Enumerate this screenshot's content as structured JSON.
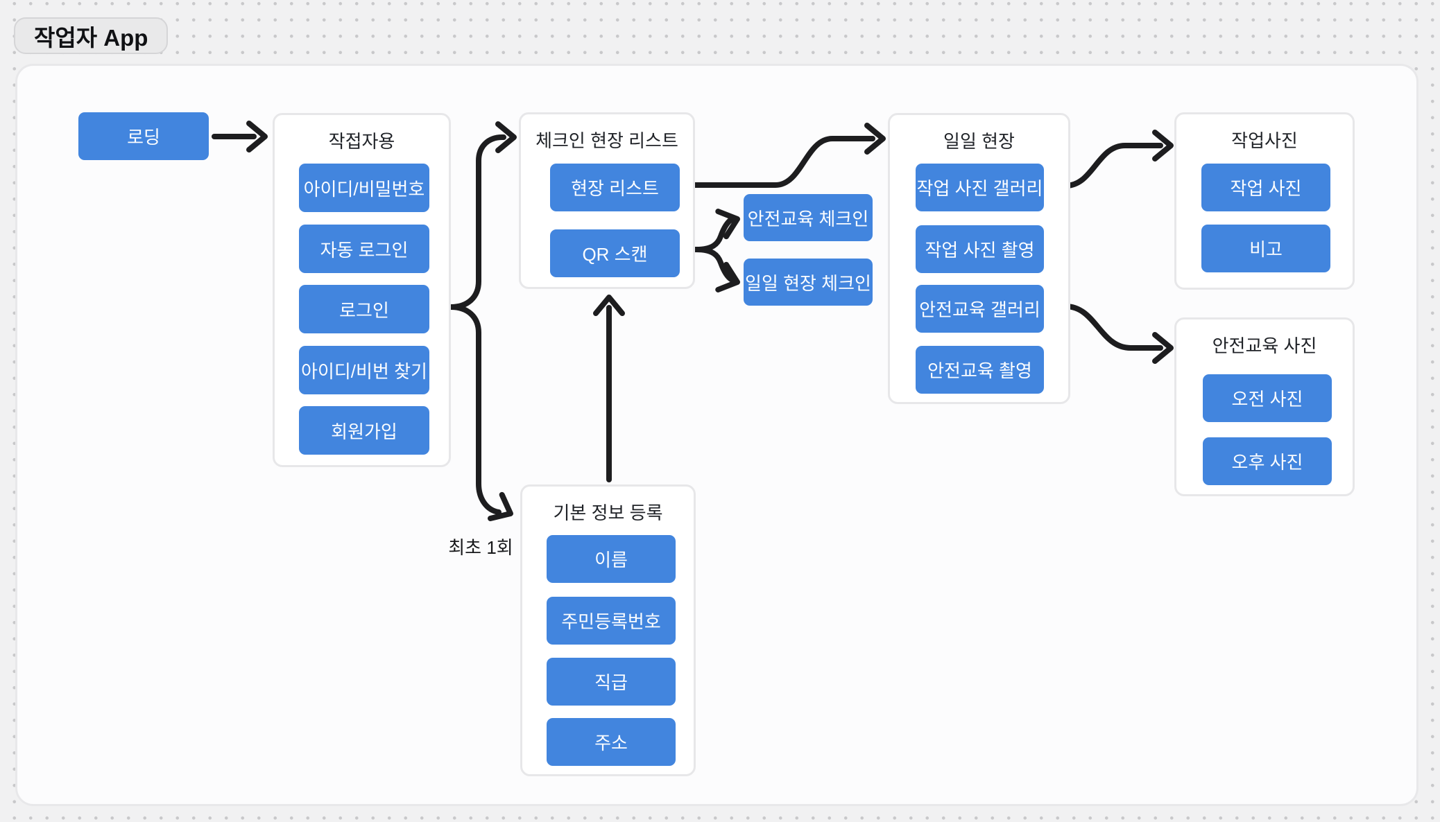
{
  "header": {
    "app_title": "작업자 App"
  },
  "diagram": {
    "accent_color": "#4285de",
    "connector_color": "#1d1d1f",
    "loading_node": {
      "label": "로딩"
    },
    "first_time_note": "최초 1회",
    "standalone_nodes": [
      {
        "label": "안전교육 체크인"
      },
      {
        "label": "일일 현장 체크인"
      }
    ],
    "groups": [
      {
        "title": "작접자용",
        "items": [
          {
            "label": "아이디/비밀번호"
          },
          {
            "label": "자동 로그인"
          },
          {
            "label": "로그인"
          },
          {
            "label": "아이디/비번 찾기"
          },
          {
            "label": "회원가입"
          }
        ]
      },
      {
        "title": "체크인 현장 리스트",
        "items": [
          {
            "label": "현장 리스트"
          },
          {
            "label": "QR 스캔"
          }
        ]
      },
      {
        "title": "일일 현장",
        "items": [
          {
            "label": "작업 사진 갤러리"
          },
          {
            "label": "작업 사진 촬영"
          },
          {
            "label": "안전교육 갤러리"
          },
          {
            "label": "안전교육 촬영"
          }
        ]
      },
      {
        "title": "작업사진",
        "items": [
          {
            "label": "작업 사진"
          },
          {
            "label": "비고"
          }
        ]
      },
      {
        "title": "안전교육 사진",
        "items": [
          {
            "label": "오전 사진"
          },
          {
            "label": "오후 사진"
          }
        ]
      },
      {
        "title": "기본 정보 등록",
        "items": [
          {
            "label": "이름"
          },
          {
            "label": "주민등록번호"
          },
          {
            "label": "직급"
          },
          {
            "label": "주소"
          }
        ]
      }
    ],
    "connections": [
      {
        "from": "로딩",
        "to": "작접자용"
      },
      {
        "from": "로그인",
        "to": "체크인 현장 리스트"
      },
      {
        "from": "로그인",
        "to": "기본 정보 등록",
        "note": "최초 1회"
      },
      {
        "from": "기본 정보 등록",
        "to": "QR 스캔"
      },
      {
        "from": "QR 스캔",
        "to": "안전교육 체크인"
      },
      {
        "from": "QR 스캔",
        "to": "일일 현장 체크인"
      },
      {
        "from": "현장 리스트",
        "to": "일일 현장"
      },
      {
        "from": "작업 사진 갤러리",
        "to": "작업사진"
      },
      {
        "from": "안전교육 갤러리",
        "to": "안전교육 사진"
      }
    ]
  }
}
